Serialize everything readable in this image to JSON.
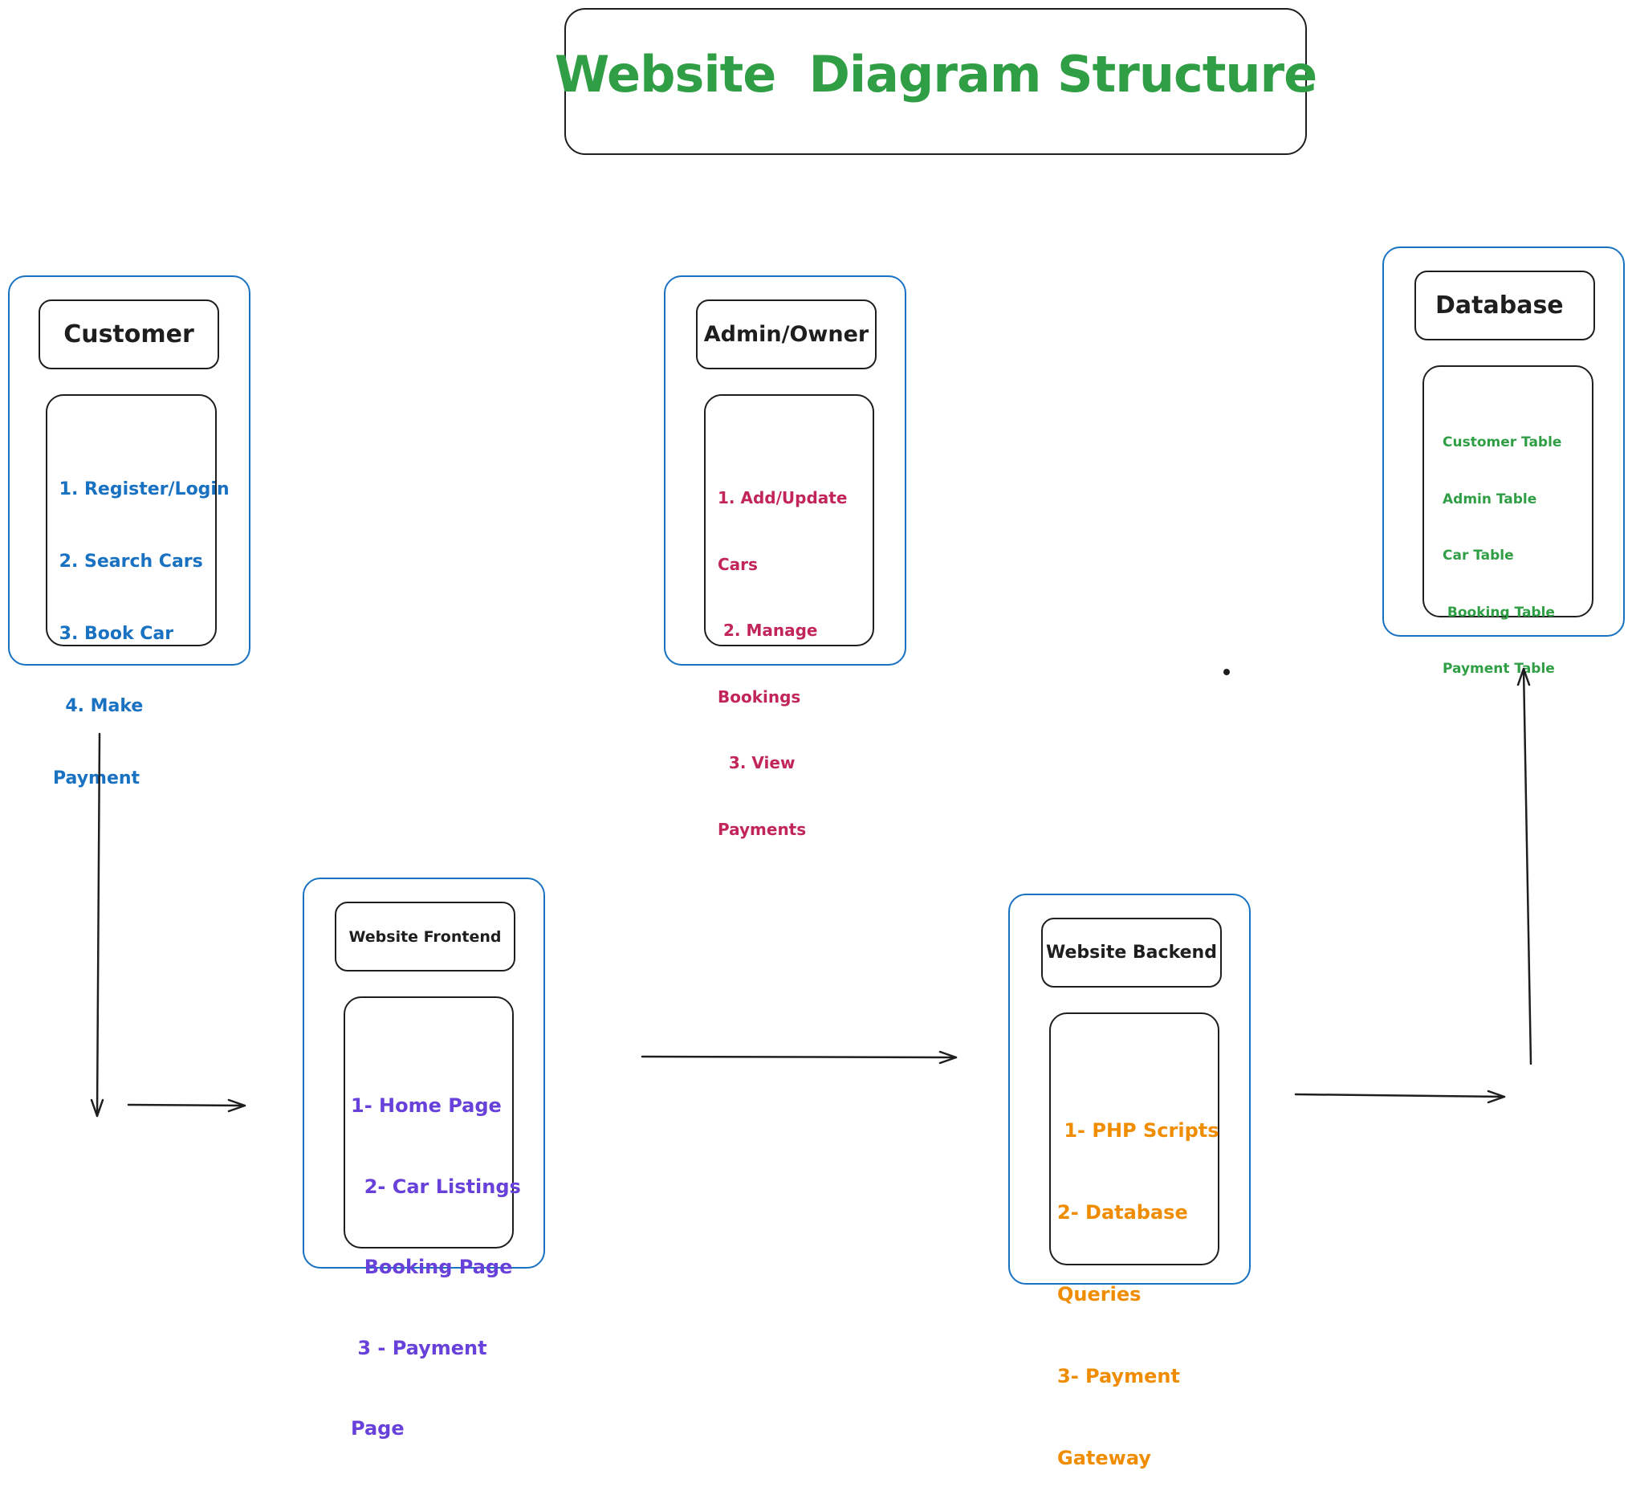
{
  "title": "Website  Diagram Structure",
  "colors": {
    "title": "#2f9e44",
    "container_border": "#1971c2",
    "box_border": "#1e1e1e",
    "customer_text": "#1971c2",
    "admin_text": "#c2255c",
    "database_text": "#2f9e44",
    "frontend_text": "#6741d9",
    "backend_text": "#f08c00"
  },
  "nodes": {
    "customer": {
      "header": "Customer",
      "lines": [
        " 1. Register/Login",
        " 2. Search Cars",
        " 3. Book Car",
        "  4. Make",
        "Payment"
      ]
    },
    "admin": {
      "header": "Admin/Owner",
      "lines": [
        "1. Add/Update",
        "Cars",
        " 2. Manage",
        "Bookings",
        "  3. View",
        "Payments"
      ]
    },
    "database": {
      "header": "Database",
      "lines": [
        "Customer Table",
        "Admin Table",
        "Car Table",
        " Booking Table",
        "Payment Table"
      ]
    },
    "frontend": {
      "header": "Website Frontend",
      "lines": [
        "1- Home Page",
        "  2- Car Listings",
        "  Booking Page",
        " 3 - Payment",
        "Page"
      ]
    },
    "backend": {
      "header": "Website Backend",
      "lines": [
        " 1- PHP Scripts",
        "2- Database",
        "Queries",
        "3- Payment",
        "Gateway"
      ]
    }
  }
}
